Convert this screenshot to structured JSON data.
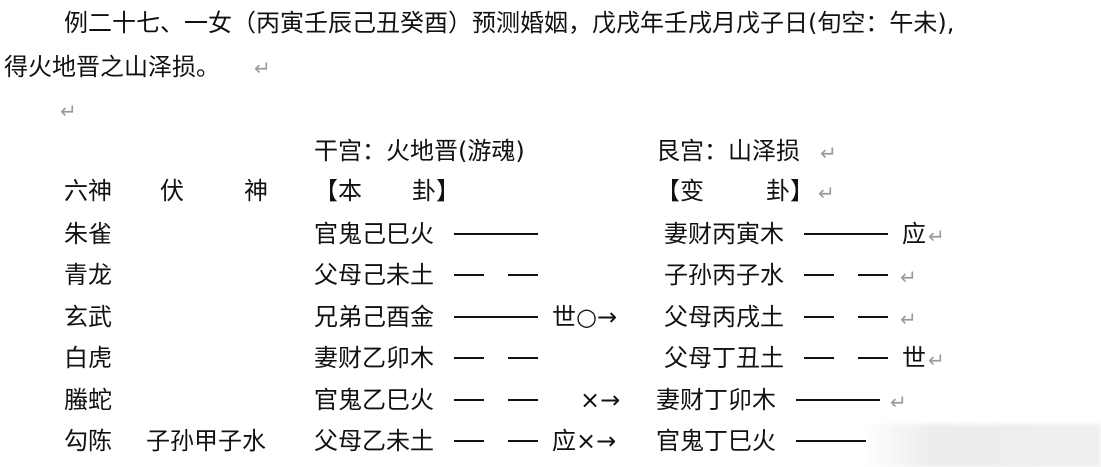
{
  "paragraph": {
    "line1": "例二十七、一女（丙寅壬辰己丑癸酉）预测婚姻，戊戌年壬戌月戊子日(旬空：午未),",
    "line2": "得火地晋之山泽损。"
  },
  "marks": {
    "para": "↵"
  },
  "headers": {
    "palace_main": "干宫：火地晋(游魂)",
    "palace_change": "艮宫：山泽损",
    "liushen": "六神",
    "fu": "伏",
    "shen": "神",
    "ben_open": "【本",
    "ben_close": "卦】",
    "bian_open": "【变",
    "bian_close": "卦】"
  },
  "rows": [
    {
      "six": "朱雀",
      "hidden": "",
      "main": "官鬼己巳火",
      "mark": "",
      "change": "妻财丙寅木",
      "shi": "应"
    },
    {
      "six": "青龙",
      "hidden": "",
      "main": "父母己未土",
      "mark": "",
      "change": "子孙丙子水",
      "shi": ""
    },
    {
      "six": "玄武",
      "hidden": "",
      "main": "兄弟己酉金",
      "mark": "世○→",
      "change": "父母丙戌土",
      "shi": ""
    },
    {
      "six": "白虎",
      "hidden": "",
      "main": "妻财乙卯木",
      "mark": "",
      "change": "父母丁丑土",
      "shi": "世"
    },
    {
      "six": "螣蛇",
      "hidden": "",
      "main": "官鬼乙巳火",
      "mark": "×→",
      "change": "妻财丁卯木",
      "shi": ""
    },
    {
      "six": "勾陈",
      "hidden": "子孙甲子水",
      "main": "父母乙未土",
      "mark": "应×→",
      "change": "官鬼丁巳火",
      "shi": ""
    }
  ]
}
